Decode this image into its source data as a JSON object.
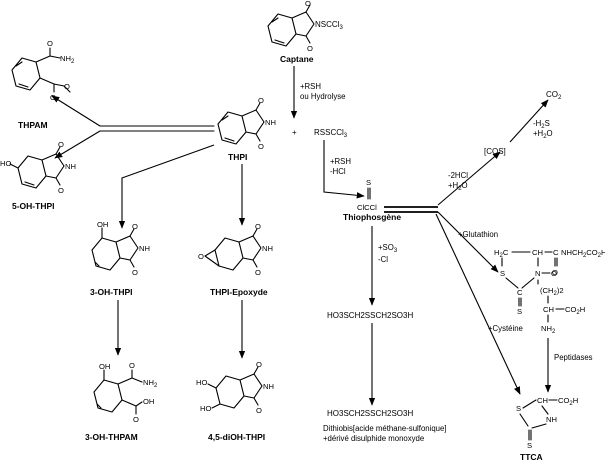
{
  "compounds": {
    "captane": "Captane",
    "thpi": "THPI",
    "thpam": "THPAM",
    "oh5_thpi": "5-OH-THPI",
    "oh3_thpi": "3-OH-THPI",
    "thpi_epoxyde": "THPI-Epoxyde",
    "oh3_thpam": "3-OH-THPAM",
    "diohthpi": "4,5-diOH-THPI",
    "thiophosgene": "Thiophosgène",
    "ttca": "TTCA"
  },
  "conditions": {
    "rsh_1": "+RSH",
    "hydrolyse": "ou Hydrolyse",
    "rsh_2": "+RSH",
    "hcl": "-HCl",
    "so3": "+SO",
    "so3_sub": "3",
    "cl": "-Cl",
    "minus_2hcl": "-2HCl",
    "h2o_1": "+H",
    "h2o_1_sub": "2",
    "h2o_1_end": "O",
    "minus_h2s": "-H",
    "minus_h2s_sub": "2",
    "minus_h2s_end": "S",
    "h2o_2": "+H",
    "h2o_2_sub": "2",
    "h2o_2_end": "O",
    "glutathion": "+Glutathion",
    "cysteine": "+Cystéine",
    "peptidases": "Peptidases"
  },
  "species": {
    "plus": "+",
    "rssccl3": "RSSCCl",
    "rssccl3_sub": "3",
    "cos": "[COS]",
    "co2": "CO",
    "co2_sub": "2",
    "nsccl3": "NSCCl",
    "nsccl3_sub": "3"
  },
  "formulas": {
    "dithio_1": "HO3SCH2SSCH2SO3H",
    "dithio_2": "HO3SCH2SSCH2SO3H",
    "dithio_name_1": "Dithiobis[acide méthane-sulfonique]",
    "dithio_name_2": "+dérivé disulphide monoxyde"
  },
  "atoms": {
    "nh2_thpam": "NH",
    "nh2_thpam_sub": "2",
    "o_thpam": "O",
    "o_thpam2": "O",
    "nh_5oh": "NH",
    "ho_5oh": "HO",
    "oh_3oh": "OH",
    "nh_3oh": "NH",
    "nh_epox": "NH",
    "o_epox": "O",
    "oh_3thpam": "OH",
    "nh2_3thpam": "NH",
    "nh2_3thpam_sub": "2",
    "oh_3thpam2": "OH",
    "ho_dioh1": "HO",
    "ho_dioh2": "HO",
    "nh_dioh": "NH",
    "s_thio": "S",
    "clccl": "ClCCl",
    "h2c_glu": "H",
    "h2c_glu_sub": "2",
    "h2c_glu_end": "C",
    "ch_glu": "CH",
    "conh_glu": "C",
    "nhch2co2h": "NHCH",
    "nhch2co2h_sub": "2",
    "nhch2co2h_end": "CO",
    "nhch2co2h_sub2": "2",
    "nhch2co2h_h": "H",
    "o_glu": "O",
    "s_glu": "S",
    "n_glu": "N",
    "c_glu": "C",
    "s_glu2": "S",
    "ch2_2": "(CH",
    "ch2_2_sub": "2",
    "ch2_2_end": ")2",
    "ch_glu2": "CH",
    "co2h_glu": "CO",
    "co2h_glu_sub": "2",
    "co2h_glu_h": "H",
    "nh2_glu": "NH",
    "nh2_glu_sub": "2",
    "s_ttca": "S",
    "ch_ttca": "CH",
    "co2h_ttca": "CO",
    "co2h_ttca_sub": "2",
    "co2h_ttca_h": "H",
    "nh_ttca": "NH",
    "s_ttca2": "S"
  }
}
